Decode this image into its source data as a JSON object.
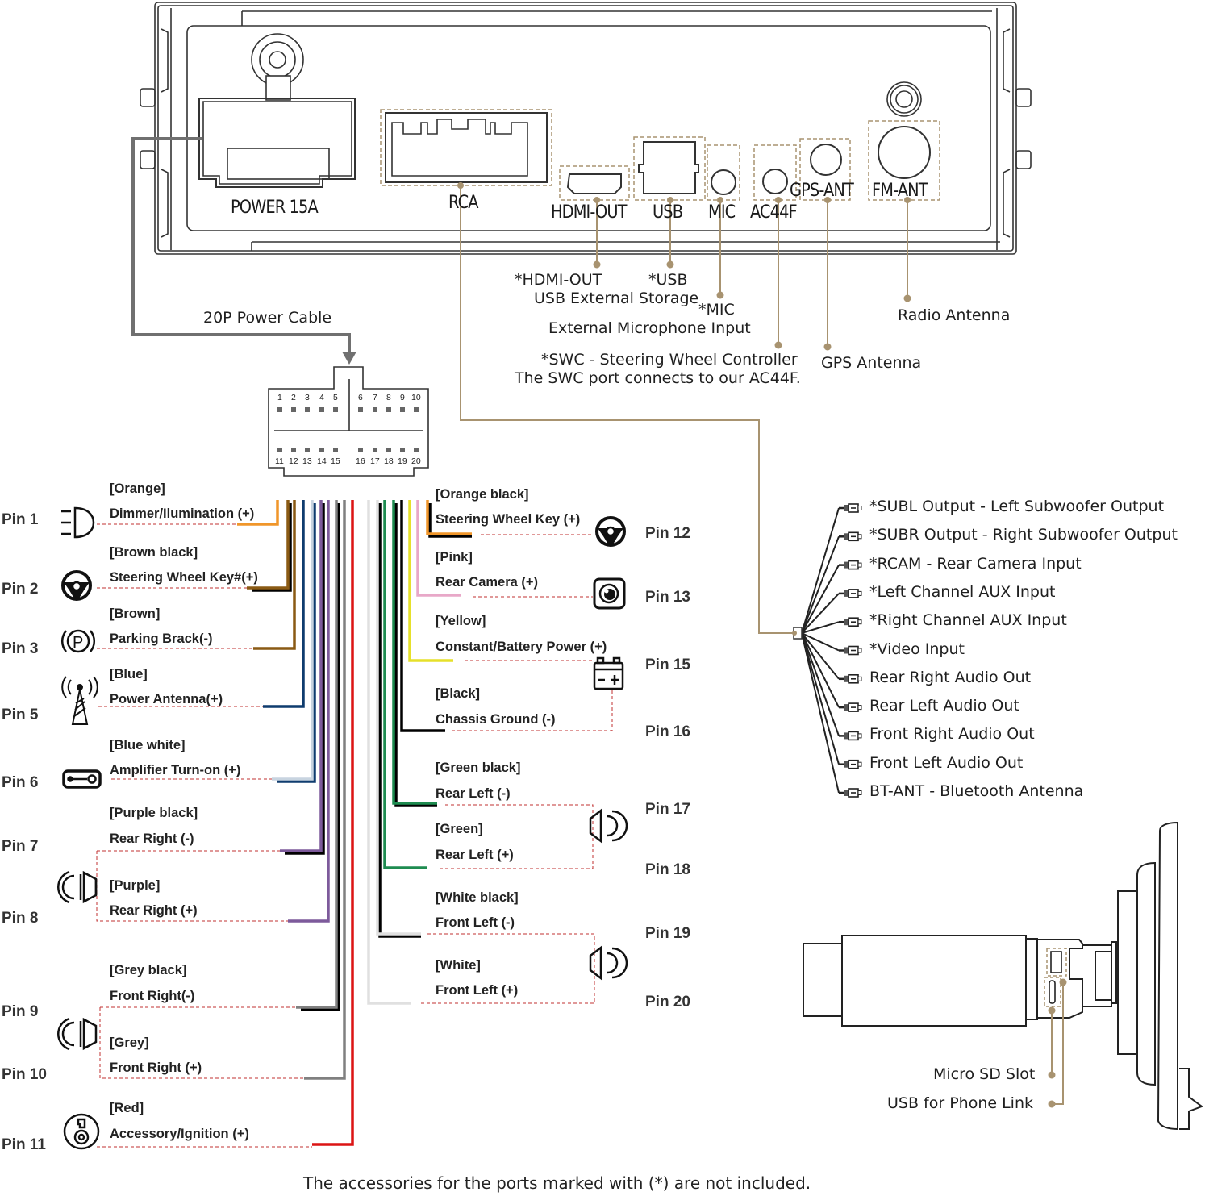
{
  "head_unit": {
    "ports": [
      {
        "id": "power",
        "label": "POWER 15A"
      },
      {
        "id": "rca",
        "label": "RCA"
      },
      {
        "id": "hdmi",
        "label": "HDMI-OUT"
      },
      {
        "id": "usb",
        "label": "USB"
      },
      {
        "id": "mic",
        "label": "MIC"
      },
      {
        "id": "ac44f",
        "label": "AC44F"
      },
      {
        "id": "gps",
        "label": "GPS-ANT"
      },
      {
        "id": "fm",
        "label": "FM-ANT"
      }
    ]
  },
  "annotations": {
    "hdmi": "*HDMI-OUT",
    "usb_title": "*USB",
    "usb_desc": "USB External Storage",
    "mic_title": "*MIC",
    "mic_desc": "External Microphone Input",
    "swc_title": "*SWC - Steering Wheel Controller",
    "swc_desc": "The SWC port connects to our AC44F.",
    "gps": "GPS Antenna",
    "radio": "Radio Antenna",
    "power_cable": "20P Power Cable"
  },
  "connector": {
    "top_pins": [
      "1",
      "2",
      "3",
      "4",
      "5",
      "6",
      "7",
      "8",
      "9",
      "10"
    ],
    "bottom_pins": [
      "11",
      "12",
      "13",
      "14",
      "15",
      "16",
      "17",
      "18",
      "19",
      "20"
    ]
  },
  "wires_left": [
    {
      "pin": "Pin 1",
      "color_name": "[Orange]",
      "function": "Dimmer/Ilumination (+)",
      "icon": "headlight-icon",
      "color": "#f0962a",
      "stripe": null
    },
    {
      "pin": "Pin 2",
      "color_name": "[Brown black]",
      "function": "Steering Wheel Key#(+)",
      "icon": "steering-wheel-icon",
      "color": "#8a5a14",
      "stripe": "#000000"
    },
    {
      "pin": "Pin 3",
      "color_name": "[Brown]",
      "function": "Parking Brack(-)",
      "icon": "parking-brake-icon",
      "color": "#8a5a14",
      "stripe": null
    },
    {
      "pin": "Pin 5",
      "color_name": "[Blue]",
      "function": "Power Antenna(+)",
      "icon": "antenna-tower-icon",
      "color": "#0f3c6e",
      "stripe": null
    },
    {
      "pin": "Pin 6",
      "color_name": "[Blue white]",
      "function": "Amplifier Turn-on (+)",
      "icon": "amplifier-icon",
      "color": "#c8d4e0",
      "stripe": "#0f3c6e"
    },
    {
      "pin": "Pin 7",
      "color_name": "[Purple black]",
      "function": "Rear Right (-)",
      "icon": "speaker-icon",
      "color": "#7d5a9b",
      "stripe": "#000000"
    },
    {
      "pin": "Pin 8",
      "color_name": "[Purple]",
      "function": "Rear Right (+)",
      "icon": "speaker-icon",
      "color": "#7d5a9b",
      "stripe": null
    },
    {
      "pin": "Pin 9",
      "color_name": "[Grey black]",
      "function": "Front Right(-)",
      "icon": "speaker-icon",
      "color": "#808080",
      "stripe": "#000000"
    },
    {
      "pin": "Pin 10",
      "color_name": "[Grey]",
      "function": "Front Right (+)",
      "icon": "speaker-icon",
      "color": "#808080",
      "stripe": null
    },
    {
      "pin": "Pin 11",
      "color_name": "[Red]",
      "function": "Accessory/Ignition (+)",
      "icon": "ignition-key-icon",
      "color": "#dc1414",
      "stripe": null
    }
  ],
  "wires_right": [
    {
      "pin": "Pin 12",
      "color_name": "[Orange black]",
      "function": "Steering Wheel Key (+)",
      "icon": "steering-wheel-icon",
      "color": "#f0962a",
      "stripe": "#000000"
    },
    {
      "pin": "Pin 13",
      "color_name": "[Pink]",
      "function": "Rear Camera (+)",
      "icon": "camera-icon",
      "color": "#e8a8c8",
      "stripe": null
    },
    {
      "pin": "Pin 15",
      "color_name": "[Yellow]",
      "function": "Constant/Battery Power (+)",
      "icon": "battery-icon",
      "color": "#e6e02a",
      "stripe": null
    },
    {
      "pin": "Pin 16",
      "color_name": "[Black]",
      "function": "Chassis Ground (-)",
      "icon": "battery-icon",
      "color": "#000000",
      "stripe": null
    },
    {
      "pin": "Pin 17",
      "color_name": "[Green black]",
      "function": "Rear Left (-)",
      "icon": "speaker-icon",
      "color": "#1e8c50",
      "stripe": "#000000"
    },
    {
      "pin": "Pin 18",
      "color_name": "[Green]",
      "function": "Rear Left (+)",
      "icon": "speaker-icon",
      "color": "#1e8c50",
      "stripe": null
    },
    {
      "pin": "Pin 19",
      "color_name": "[White black]",
      "function": "Front Left (-)",
      "icon": "speaker-icon",
      "color": "#e0e0e0",
      "stripe": "#000000"
    },
    {
      "pin": "Pin 20",
      "color_name": "[White]",
      "function": "Front Left (+)",
      "icon": "speaker-icon",
      "color": "#e0e0e0",
      "stripe": null
    }
  ],
  "rca_outputs": [
    "*SUBL Output - Left Subwoofer Output",
    "*SUBR Output - Right Subwoofer Output",
    "*RCAM - Rear Camera Input",
    "*Left Channel AUX Input",
    "*Right Channel AUX Input",
    "*Video Input",
    "Rear Right Audio Out",
    "Rear Left Audio Out",
    "Front Right Audio Out",
    "Front Left Audio Out",
    "BT-ANT - Bluetooth Antenna"
  ],
  "side_view": {
    "micro_sd": "Micro SD Slot",
    "usb_phone": "USB for Phone Link"
  },
  "footer": "The accessories for the ports marked with (*) are not included.",
  "colors": {
    "leader": "#a89370",
    "outline": "#333333",
    "dash_red": "#c03030",
    "power_cable": "#707070"
  }
}
